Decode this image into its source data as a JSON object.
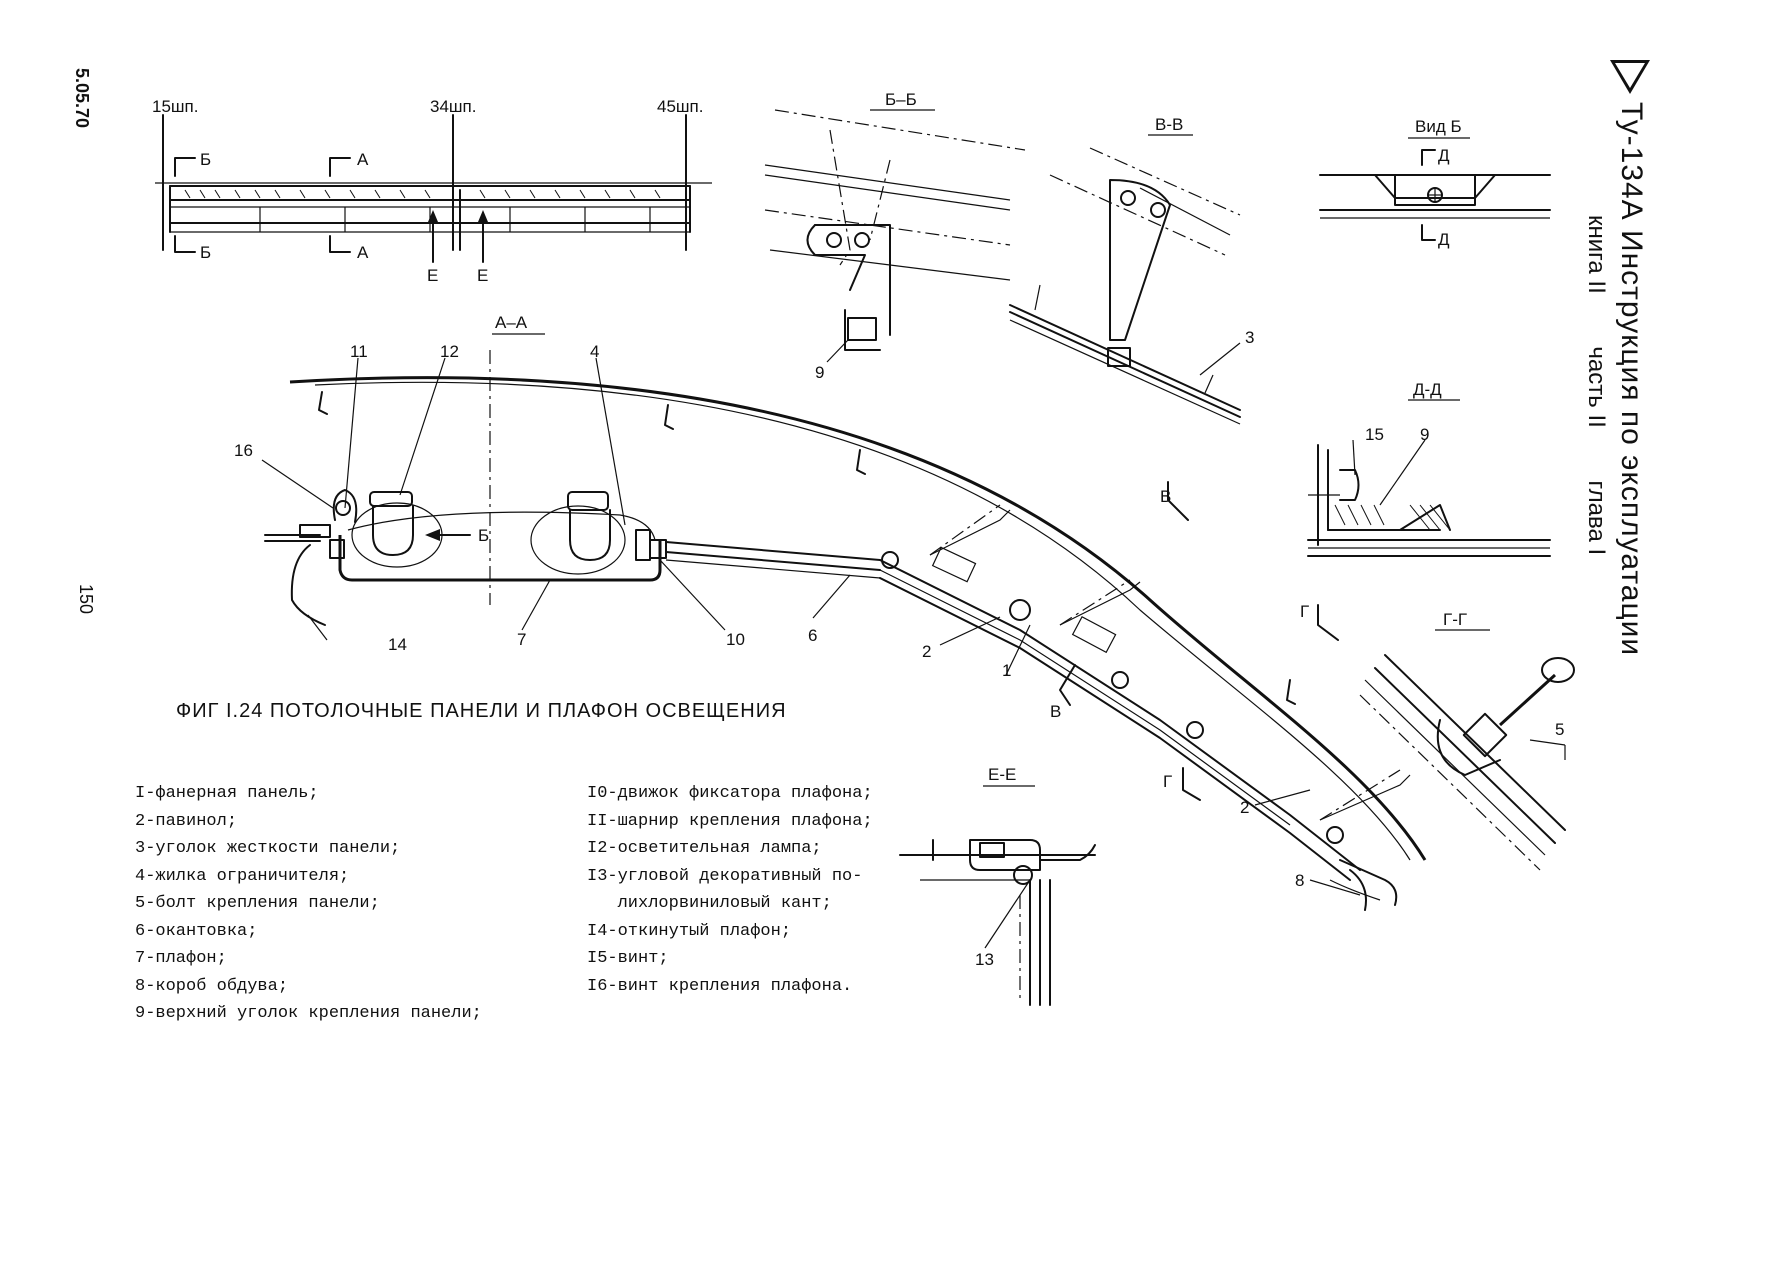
{
  "header": {
    "doc_code": "5.05.70",
    "page_number": "150",
    "title": "Ту-134А Инструкция по эксплуатации",
    "book": "книга II",
    "part": "часть II",
    "chapter": "глава I"
  },
  "top_view": {
    "frame_labels": [
      "15шп.",
      "34шп.",
      "45шп."
    ],
    "cut_marks": [
      "Б",
      "А",
      "Б",
      "А",
      "Е",
      "Е"
    ]
  },
  "sections": {
    "aa": "А–А",
    "bb": "Б–Б",
    "vv": "В-В",
    "vid_b": "Вид Б",
    "dd": "Д-Д",
    "gg": "Г-Г",
    "ee": "Е-Е",
    "d_marks": [
      "Д",
      "Д"
    ],
    "arrow_b": "Б",
    "arrow_v": [
      "В",
      "В"
    ],
    "arrow_g": [
      "Г",
      "Г"
    ]
  },
  "callouts": [
    "11",
    "12",
    "4",
    "16",
    "14",
    "7",
    "10",
    "6",
    "2",
    "1",
    "2",
    "8",
    "9",
    "3",
    "15",
    "9",
    "5",
    "13"
  ],
  "caption": "ФИГ I.24  ПОТОЛОЧНЫЕ  ПАНЕЛИ  И  ПЛАФОН  ОСВЕЩЕНИЯ",
  "legend_left": [
    "I-фанерная панель;",
    "2-павинол;",
    "3-уголок жесткости панели;",
    "4-жилка ограничителя;",
    "5-болт крепления панели;",
    "6-окантовка;",
    "7-плафон;",
    "8-короб обдува;",
    "9-верхний уголок крепления панели;"
  ],
  "legend_right": [
    "I0-движок фиксатора плафона;",
    "II-шарнир крепления плафона;",
    "I2-осветительная лампа;",
    "I3-угловой декоративный по-",
    "   лихлорвиниловый кант;",
    "I4-откинутый плафон;",
    "I5-винт;",
    "I6-винт крепления плафона."
  ]
}
